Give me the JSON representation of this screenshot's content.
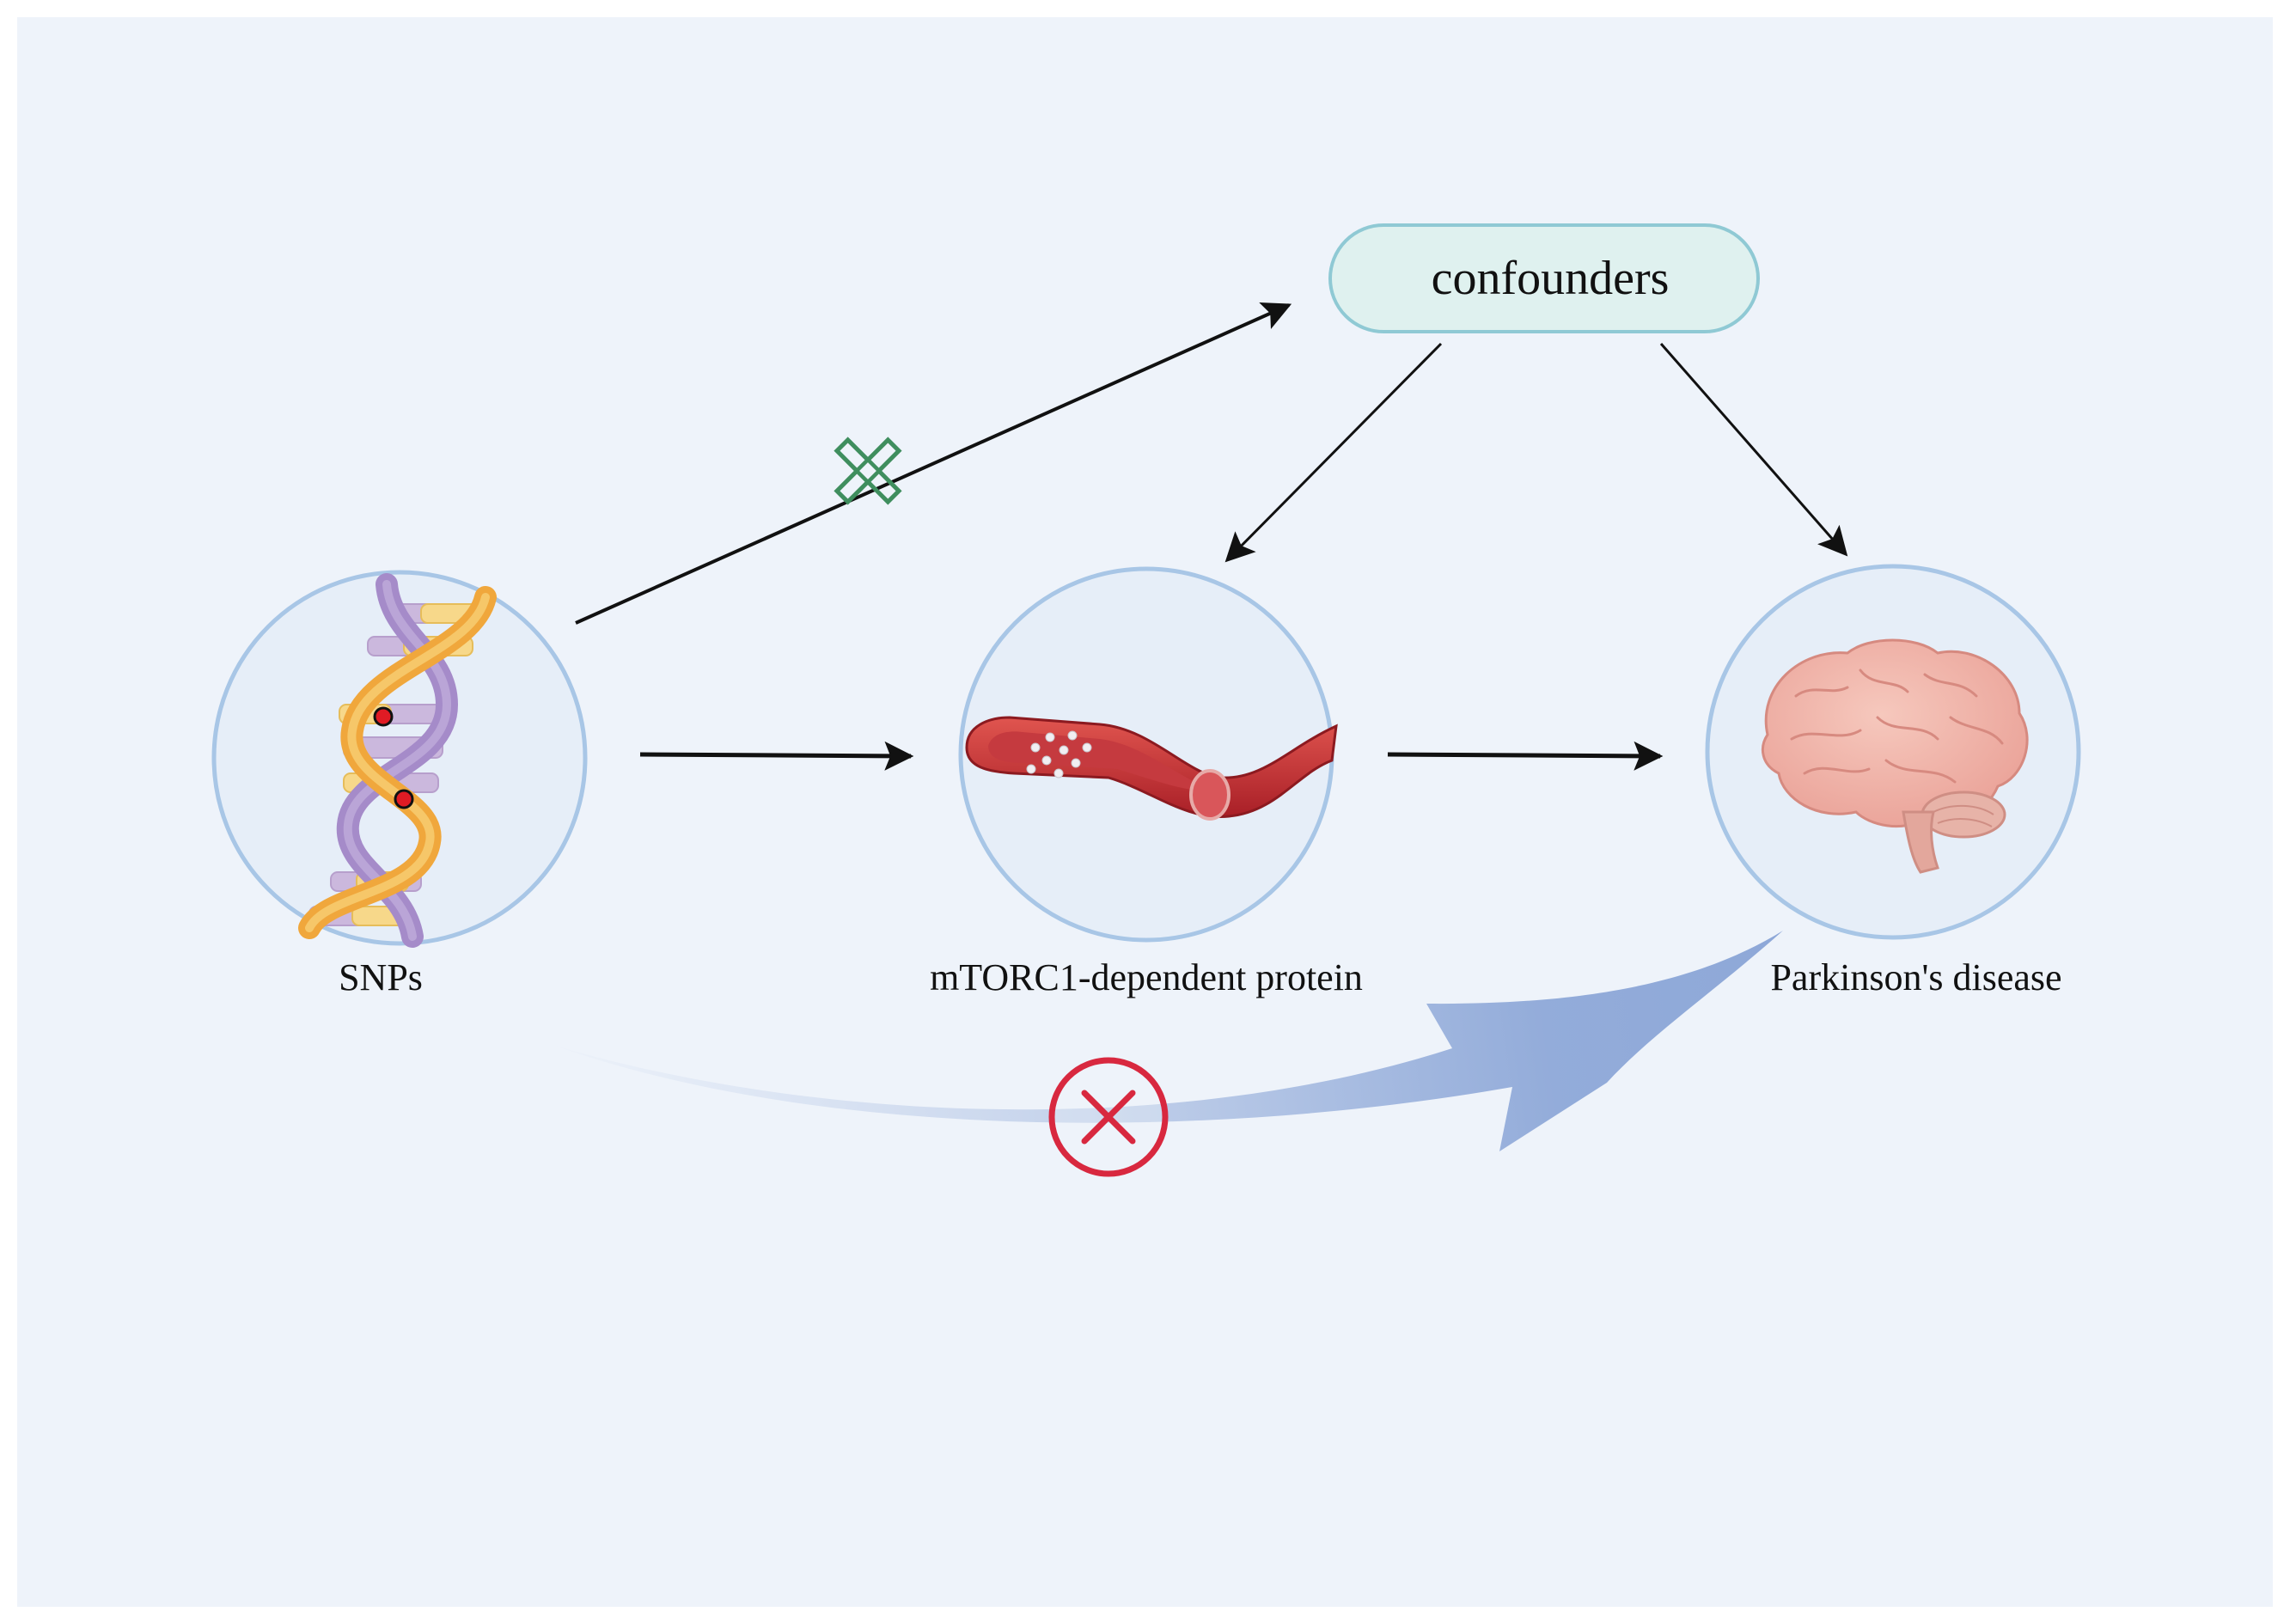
{
  "nodes": {
    "snps": {
      "label": "SNPs"
    },
    "protein": {
      "label": "mTORC1-dependent protein"
    },
    "disease": {
      "label": "Parkinson's disease"
    },
    "confounders": {
      "label": "confounders"
    }
  },
  "icons": {
    "snps": "dna-icon",
    "protein": "blood-vessel-icon",
    "disease": "brain-icon",
    "blocked_confounder_path": "green-cross-icon",
    "blocked_direct_path": "red-cross-circle-icon"
  },
  "colors": {
    "background": "#eef3fa",
    "circle_fill": "#e6eef8",
    "circle_stroke": "#a8c6e6",
    "confounders_fill": "#dff1ef",
    "confounders_stroke": "#8fc9d4",
    "arrow": "#111111",
    "big_arrow": "#8ea8d8",
    "green_cross": "#3f8e5e",
    "red_cross": "#d8283f"
  }
}
